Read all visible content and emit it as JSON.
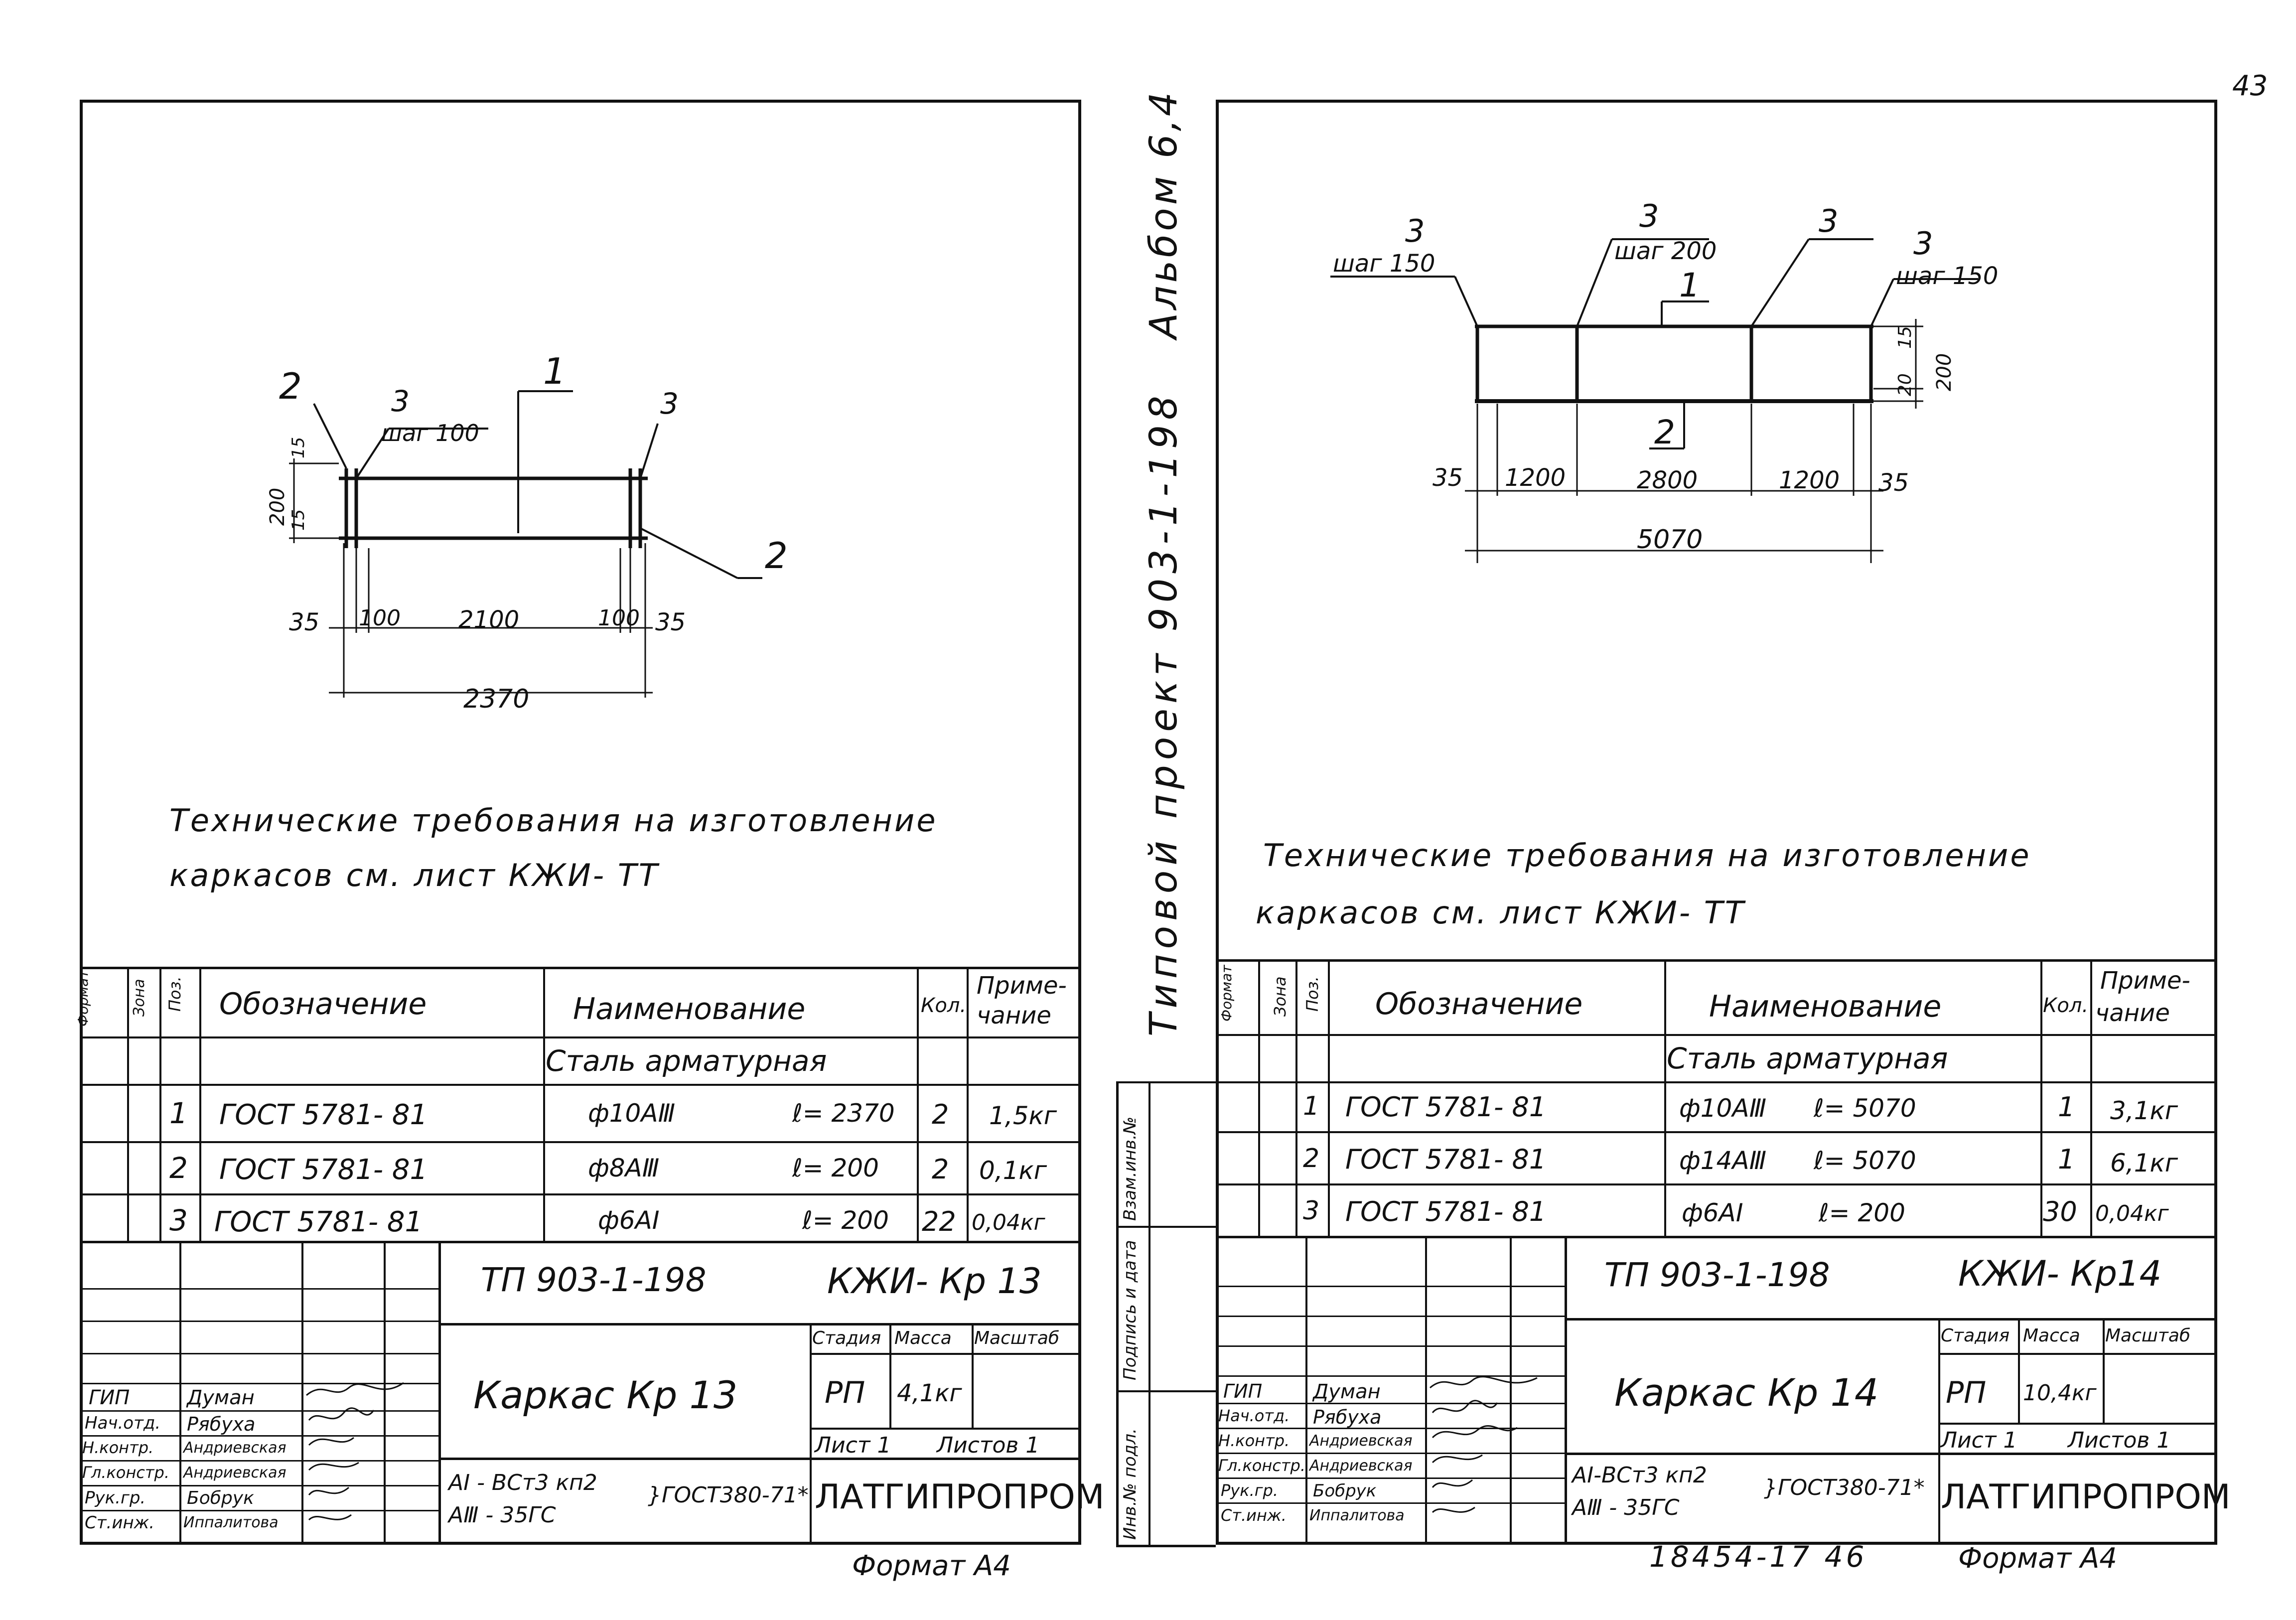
{
  "page_number": "43",
  "binding": {
    "album": "Альбом 6,4",
    "project": "Типовой проект 903-1-198",
    "stamp_cells": [
      "Инв.№ подл.",
      "Подпись и дата",
      "Взам.инв.№"
    ]
  },
  "sheets": [
    {
      "drawing": {
        "positions": [
          "1",
          "2",
          "3",
          "3",
          "2"
        ],
        "step": "шаг 100",
        "height_dims": [
          "15",
          "15",
          "200"
        ],
        "length_dims": [
          "35",
          "100",
          "2100",
          "100",
          "35"
        ],
        "total": "2370"
      },
      "note": [
        "Технические требования на изготовление",
        "каркасов см. лист КЖИ- ТТ"
      ],
      "spec": {
        "headers": [
          "Формат",
          "Зона",
          "Поз.",
          "Обозначение",
          "Наименование",
          "Кол.",
          "Приме-",
          "чание"
        ],
        "group": "Сталь арматурная",
        "rows": [
          {
            "pos": "1",
            "doc": "ГОСТ 5781- 81",
            "name": "ф10АⅢ",
            "len": "ℓ= 2370",
            "qty": "2",
            "note": "1,5кг"
          },
          {
            "pos": "2",
            "doc": "ГОСТ 5781- 81",
            "name": "ф8АⅢ",
            "len": "ℓ= 200",
            "qty": "2",
            "note": "0,1кг"
          },
          {
            "pos": "3",
            "doc": "ГОСТ 5781- 81",
            "name": "ф6АⅠ",
            "len": "ℓ= 200",
            "qty": "22",
            "note": "0,04кг"
          }
        ]
      },
      "title": {
        "code": "ТП 903-1-198",
        "sheet_code": "КЖИ- Кр 13",
        "name": "Каркас Кр 13",
        "stage_label": "Стадия",
        "mass_label": "Масса",
        "scale_label": "Масштаб",
        "stage": "РП",
        "mass": "4,1кг",
        "sheet": "Лист 1",
        "sheets": "Листов 1",
        "material1": "АⅠ - ВСт3 кп2",
        "material2": "АⅢ - 35ГС",
        "material_gost": "}ГОСТ380-71*",
        "org": "ЛАТГИПРОПРОМ",
        "roles": [
          "ГИП",
          "Нач.отд.",
          "Н.контр.",
          "Гл.констр.",
          "Рук.гр.",
          "Ст.инж."
        ],
        "people": [
          "Думан",
          "Рябуха",
          "Андриевская",
          "Андриевская",
          "Бобрук",
          "Иппалитова"
        ]
      },
      "format": "Формат А4"
    },
    {
      "drawing": {
        "positions": [
          "3",
          "3",
          "3",
          "3",
          "1",
          "2"
        ],
        "steps": [
          "шаг 150",
          "шаг 200",
          "шаг 150"
        ],
        "height_dims": [
          "15",
          "20",
          "200"
        ],
        "length_dims": [
          "35",
          "1200",
          "2800",
          "1200",
          "35"
        ],
        "total": "5070"
      },
      "note": [
        "Технические требования на изготовление",
        "каркасов см. лист КЖИ- ТТ"
      ],
      "spec": {
        "headers": [
          "Формат",
          "Зона",
          "Поз.",
          "Обозначение",
          "Наименование",
          "Кол.",
          "Приме-",
          "чание"
        ],
        "group": "Сталь арматурная",
        "rows": [
          {
            "pos": "1",
            "doc": "ГОСТ 5781- 81",
            "name": "ф10АⅢ",
            "len": "ℓ= 5070",
            "qty": "1",
            "note": "3,1кг"
          },
          {
            "pos": "2",
            "doc": "ГОСТ 5781- 81",
            "name": "ф14АⅢ",
            "len": "ℓ= 5070",
            "qty": "1",
            "note": "6,1кг"
          },
          {
            "pos": "3",
            "doc": "ГОСТ 5781- 81",
            "name": "ф6АⅠ",
            "len": "ℓ= 200",
            "qty": "30",
            "note": "0,04кг"
          }
        ]
      },
      "title": {
        "code": "ТП 903-1-198",
        "sheet_code": "КЖИ- Кр14",
        "name": "Каркас Кр 14",
        "stage_label": "Стадия",
        "mass_label": "Масса",
        "scale_label": "Масштаб",
        "stage": "РП",
        "mass": "10,4кг",
        "sheet": "Лист 1",
        "sheets": "Листов 1",
        "material1": "АⅠ-ВСт3 кп2",
        "material2": "АⅢ - 35ГС",
        "material_gost": "}ГОСТ380-71*",
        "org": "ЛАТГИПРОПРОМ",
        "roles": [
          "ГИП",
          "Нач.отд.",
          "Н.контр.",
          "Гл.констр.",
          "Рук.гр.",
          "Ст.инж."
        ],
        "people": [
          "Думан",
          "Рябуха",
          "Андриевская",
          "Андриевская",
          "Бобрук",
          "Иппалитова"
        ]
      },
      "bottom_number": "18454-17 46",
      "format": "Формат А4"
    }
  ]
}
